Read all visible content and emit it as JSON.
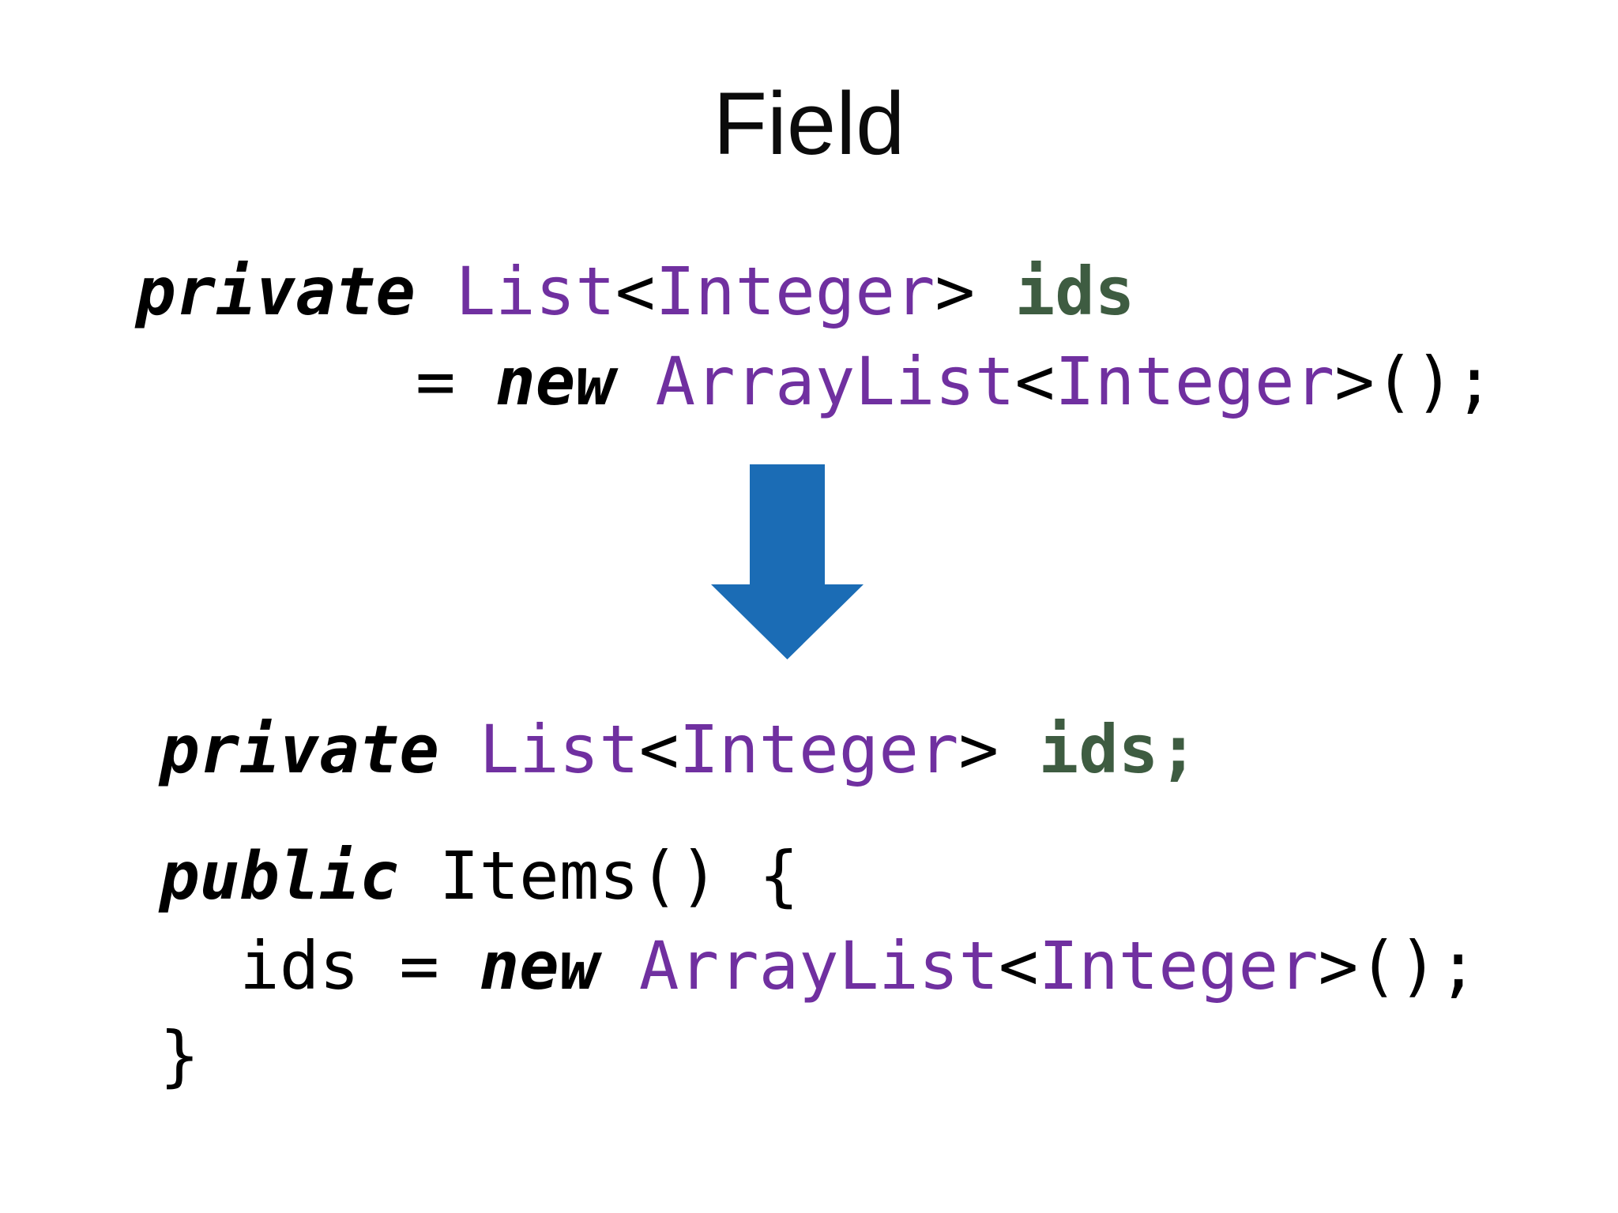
{
  "slide": {
    "title": "Field",
    "colors": {
      "background": "#FFFFFF",
      "keyword": "#000000",
      "type": "#7030A0",
      "field": "#3E5C41",
      "plain": "#000000",
      "arrow_blue": "#1B6CB5"
    },
    "arrow": {
      "icon": "down-arrow-icon",
      "direction": "down"
    },
    "code_before": {
      "language": "java",
      "lines": [
        {
          "tokens": [
            {
              "style": "keyword",
              "text": "private"
            },
            {
              "style": "plain",
              "text": " "
            },
            {
              "style": "type",
              "text": "List"
            },
            {
              "style": "plain",
              "text": "<"
            },
            {
              "style": "type",
              "text": "Integer"
            },
            {
              "style": "plain",
              "text": "> "
            },
            {
              "style": "field",
              "text": "ids"
            }
          ]
        },
        {
          "tokens": [
            {
              "style": "plain",
              "text": "       = "
            },
            {
              "style": "keyword",
              "text": "new"
            },
            {
              "style": "plain",
              "text": " "
            },
            {
              "style": "type",
              "text": "ArrayList"
            },
            {
              "style": "plain",
              "text": "<"
            },
            {
              "style": "type",
              "text": "Integer"
            },
            {
              "style": "plain",
              "text": ">();"
            }
          ]
        }
      ]
    },
    "code_after": {
      "language": "java",
      "lines": [
        {
          "tokens": [
            {
              "style": "keyword",
              "text": "private"
            },
            {
              "style": "plain",
              "text": " "
            },
            {
              "style": "type",
              "text": "List"
            },
            {
              "style": "plain",
              "text": "<"
            },
            {
              "style": "type",
              "text": "Integer"
            },
            {
              "style": "plain",
              "text": "> "
            },
            {
              "style": "field",
              "text": "ids;"
            }
          ]
        },
        {
          "tokens": [
            {
              "style": "keyword",
              "text": "public"
            },
            {
              "style": "plain",
              "text": " Items() {"
            }
          ]
        },
        {
          "tokens": [
            {
              "style": "plain",
              "text": "  ids = "
            },
            {
              "style": "keyword",
              "text": "new"
            },
            {
              "style": "plain",
              "text": " "
            },
            {
              "style": "type",
              "text": "ArrayList"
            },
            {
              "style": "plain",
              "text": "<"
            },
            {
              "style": "type",
              "text": "Integer"
            },
            {
              "style": "plain",
              "text": ">();"
            }
          ]
        },
        {
          "tokens": [
            {
              "style": "plain",
              "text": "}"
            }
          ]
        }
      ]
    }
  }
}
